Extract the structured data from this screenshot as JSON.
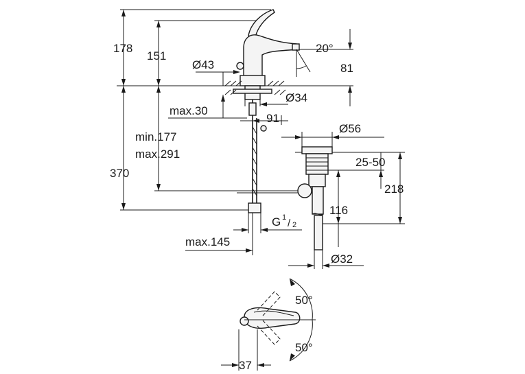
{
  "dimensions": {
    "d178": "178",
    "d151": "151",
    "d20deg": "20°",
    "d43": "Ø43",
    "d81": "81",
    "d34": "Ø34",
    "dmax30": "max.30",
    "d91": "91",
    "dmin177": "min.177",
    "dmax291": "max.291",
    "d56": "Ø56",
    "d370": "370",
    "d25_50": "25-50",
    "d218": "218",
    "dG": "G",
    "dG_sup": "1",
    "dG_sub": "2",
    "d116": "116",
    "dmax145": "max.145",
    "d32": "Ø32",
    "d50a": "50°",
    "d50b": "50°",
    "d37": "37"
  }
}
